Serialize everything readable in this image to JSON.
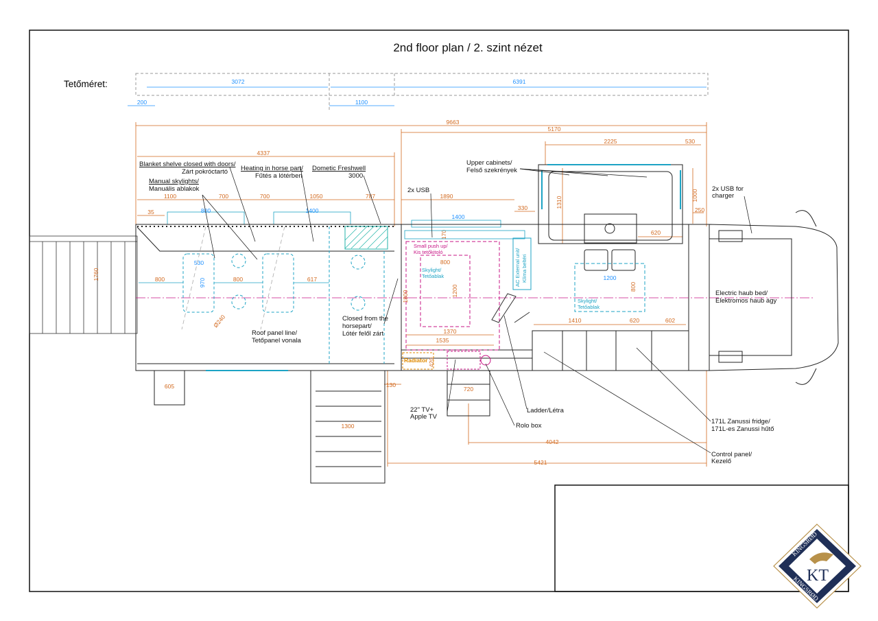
{
  "title": "2nd floor plan / 2. szint nézet",
  "roof_label": "Tetőméret:",
  "dimensions": {
    "roof_top_a": "3072",
    "roof_top_b": "6391",
    "roof_small_a": "200",
    "roof_small_b": "1100",
    "overall": "9663",
    "living": "5170",
    "horse": "4337",
    "upper_cab": "2225",
    "upper_cab_side": "530",
    "d1100": "1100",
    "d700a": "700",
    "d700b": "700",
    "d1050": "1050",
    "d787": "787",
    "d35": "35",
    "d800a": "800",
    "d1400a": "1400",
    "d1890": "1890",
    "d330": "330",
    "d1400b": "1400",
    "d170": "170",
    "d1310": "1310",
    "d1000": "1000",
    "d250": "250",
    "d620a": "620",
    "d1760": "1760",
    "d800b": "800",
    "d970": "970",
    "d800c": "800",
    "d617": "617",
    "d530": "530",
    "d240": "Ø240",
    "d800d": "800",
    "d1200a": "1200",
    "d1370": "1370",
    "d1535": "1535",
    "d1800": "1800",
    "d1200b": "1200",
    "d800e": "800",
    "d1410": "1410",
    "d620b": "620",
    "d602": "602",
    "d605": "605",
    "d130": "130",
    "d1300": "1300",
    "d720": "720",
    "d420": "420",
    "d4042": "4042",
    "d5421": "5421"
  },
  "labels": {
    "blanket": "Blanket shelve closed with doors/",
    "blanket_hu": "Zárt pokróctartó",
    "skylights": "Manual skylights/",
    "skylights_hu": "Manuális ablakok",
    "heating": "Heating in horse part/",
    "heating_hu": "Fűtés a lótérben",
    "dometic": "Dometic Freshwell",
    "dometic_num": "3000",
    "usb2": "2x USB",
    "upper_cab": "Upper cabinets/",
    "upper_cab_hu": "Felső szekrények",
    "usb_charger": "2x USB for",
    "usb_charger_2": "charger",
    "small_push": "Small push up/",
    "small_push_hu": "Kis tetőkitoló",
    "skylight_a": "Skylight/",
    "skylight_a_hu": "Tetőablak",
    "skylight_b": "Skylight/",
    "skylight_b_hu": "Tetőablak",
    "ac": "AC External unit/",
    "ac_hu": "Klíma beltéri",
    "haub_bed": "Electric haub bed/",
    "haub_bed_hu": "Elektromos haub ágy",
    "closed": "Closed from the",
    "closed_2": "horsepart/",
    "closed_hu": "Lótér felől zárt",
    "roofline": "Roof panel line/",
    "roofline_hu": "Tetőpanel vonala",
    "radiator": "Radiator",
    "tv": "22\" TV+",
    "tv_2": "Apple TV",
    "ladder": "Ladder/Létra",
    "rolo": "Rolo box",
    "fridge": "171L Zanussi fridge/",
    "fridge_hu": "171L-es Zanussi hűtő",
    "control": "Control panel/",
    "control_hu": "Kezelő"
  },
  "logo": {
    "brand": "KINGSRØD",
    "brand_2": "KINGSRØD",
    "initials": "KT"
  },
  "colors": {
    "dim_orange": "#d2691e",
    "dim_blue": "#1e90ff",
    "cyan": "#1ca3c4",
    "magenta": "#c71585",
    "logo_navy": "#1f2f57",
    "logo_gold": "#b8914a"
  }
}
